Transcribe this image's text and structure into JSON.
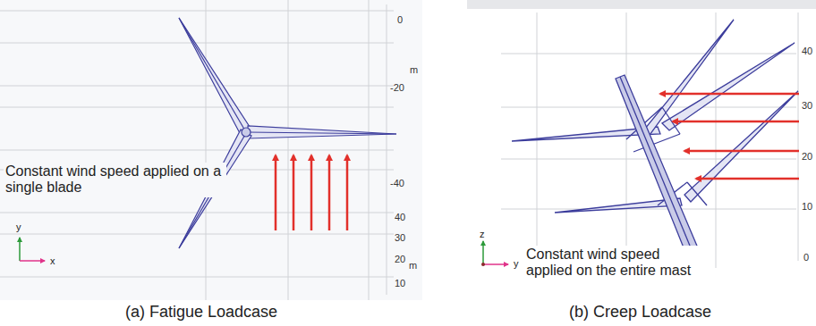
{
  "diagram": {
    "labels": [
      "Constant wind speed applied on a single blade",
      "0",
      "m",
      "-20",
      "-40",
      "40",
      "30",
      "20",
      "m",
      "10",
      "y",
      "x",
      "(a) Fatigue Loadcase",
      "40",
      "30",
      "20",
      "10",
      "0",
      "z",
      "y",
      "Constant wind speed applied on the entire mast",
      "(b) Creep Loadcase"
    ]
  }
}
